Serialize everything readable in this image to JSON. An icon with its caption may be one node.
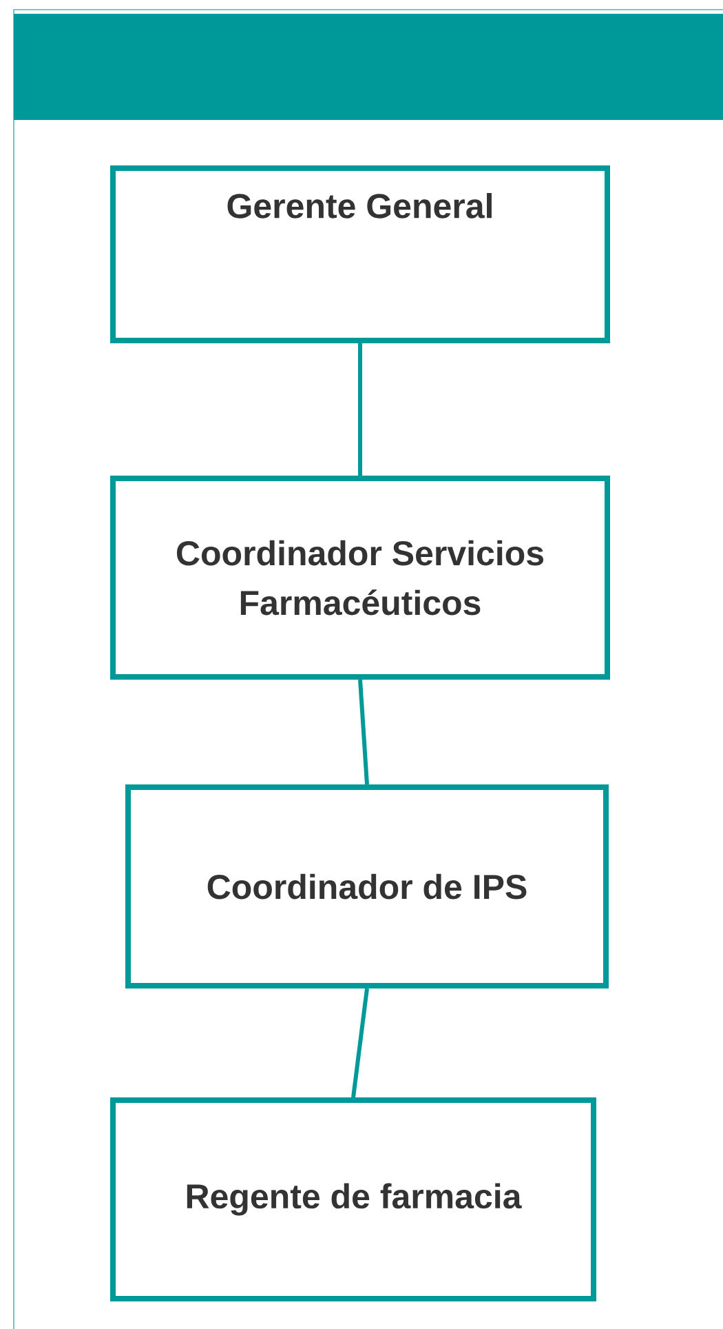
{
  "diagram": {
    "nodes": [
      {
        "text": [
          "Gerente General"
        ]
      },
      {
        "text": [
          "Coordinador Servicios Farmacéuticos"
        ]
      },
      {
        "text": [
          "Coordinador de IPS"
        ]
      },
      {
        "text": [
          "Regente de farmacia"
        ]
      }
    ],
    "edges": [
      {
        "from": 0,
        "to": 1,
        "arrow": "none"
      },
      {
        "from": 1,
        "to": 2,
        "arrow": "none"
      },
      {
        "from": 2,
        "to": 3,
        "arrow": "none"
      }
    ]
  }
}
